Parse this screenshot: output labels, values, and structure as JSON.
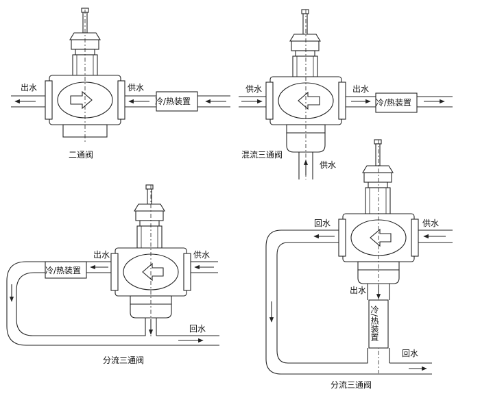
{
  "diagrams": {
    "two_way": {
      "caption": "二通阀",
      "outlet": "出水",
      "supply": "供水",
      "device": "冷/热装置"
    },
    "mixing": {
      "caption": "混流三通阀",
      "supply_left": "供水",
      "outlet": "出水",
      "device": "冷/热装置",
      "supply_bottom": "供水"
    },
    "diverting_left": {
      "caption": "分流三通阀",
      "device": "冷/热装置",
      "outlet": "出水",
      "supply": "供水",
      "return": "回水"
    },
    "diverting_right": {
      "caption": "分流三通阀",
      "return_top": "回水",
      "supply": "供水",
      "outlet": "出水",
      "device": "冷/热装置",
      "return_bottom": "回水"
    }
  }
}
